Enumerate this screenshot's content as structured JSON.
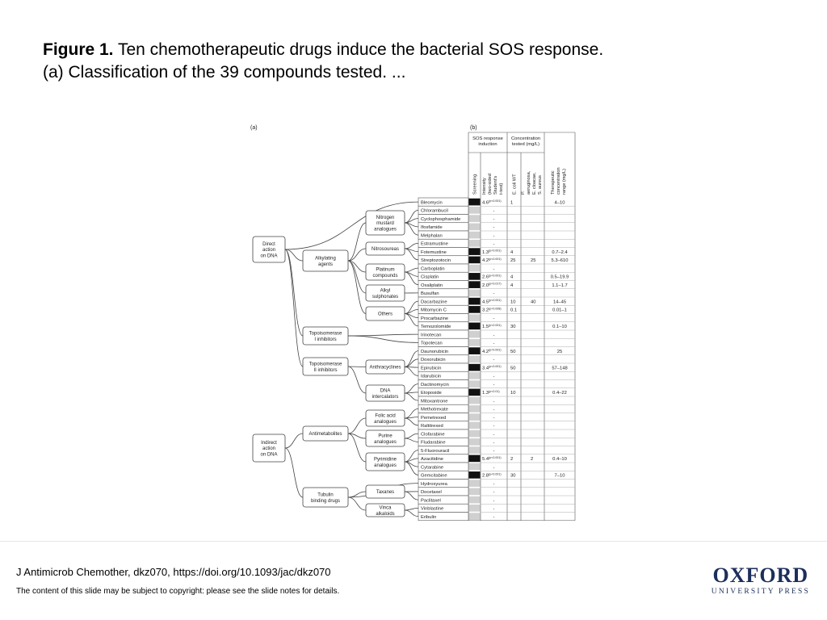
{
  "caption": {
    "label": "Figure 1.",
    "text": " Ten chemotherapeutic drugs induce the bacterial SOS response. (a) Classification of the 39 compounds tested. ..."
  },
  "figure": {
    "panel_a": "(a)",
    "panel_b": "(b)",
    "tree": {
      "roots": [
        "Direct action on DNA",
        "Indirect action on DNA"
      ],
      "level1": [
        "Alkylating agents",
        "Topoisomerase I inhibitors",
        "Topoisomerase II inhibitors",
        "Antimetabolites",
        "Tubulin binding drugs"
      ],
      "level2": [
        "Nitrogen mustard analogues",
        "Nitrosoureas",
        "Platinum compounds",
        "Alkyl sulphonates",
        "Others",
        "Anthracyclines",
        "DNA intercalators",
        "Folic acid analogues",
        "Purine analogues",
        "Pyrimidine analogues",
        "Taxanes",
        "Vinca alkaloids"
      ]
    },
    "headers": {
      "group1": "SOS response induction",
      "group2": "Concentration tested (mg/L)",
      "screening": "Screening",
      "intensity": "Intensity (two-sided Student's t-test)",
      "ecoli": "E. coli  WT",
      "others": "P. aeruginosa, E. cloacae, S. aureus",
      "therapeutic": "Therapeutic concentration range (mg/L)"
    },
    "rows": [
      {
        "drug": "Bleomycin",
        "pos": true,
        "int": "4.6",
        "p": "(p<0.001)",
        "ec": "1",
        "ot": "",
        "th": "4–10"
      },
      {
        "drug": "Chlorambucil",
        "pos": false,
        "int": "-",
        "p": "",
        "ec": "",
        "ot": "",
        "th": ""
      },
      {
        "drug": "Cyclophosphamide",
        "pos": false,
        "int": "-",
        "p": "",
        "ec": "",
        "ot": "",
        "th": ""
      },
      {
        "drug": "Ifosfamide",
        "pos": false,
        "int": "-",
        "p": "",
        "ec": "",
        "ot": "",
        "th": ""
      },
      {
        "drug": "Melphalan",
        "pos": false,
        "int": "-",
        "p": "",
        "ec": "",
        "ot": "",
        "th": ""
      },
      {
        "drug": "Estramustine",
        "pos": false,
        "int": "-",
        "p": "",
        "ec": "",
        "ot": "",
        "th": ""
      },
      {
        "drug": "Fotemustine",
        "pos": true,
        "int": "1.3",
        "p": "(p<0.001)",
        "ec": "4",
        "ot": "",
        "th": "0.7–2.4"
      },
      {
        "drug": "Streptozotocin",
        "pos": true,
        "int": "4.2",
        "p": "(p<0.001)",
        "ec": "25",
        "ot": "25",
        "th": "5.3–610"
      },
      {
        "drug": "Carboplatin",
        "pos": false,
        "int": "-",
        "p": "",
        "ec": "",
        "ot": "",
        "th": ""
      },
      {
        "drug": "Cisplatin",
        "pos": true,
        "int": "2.6",
        "p": "(p<0.001)",
        "ec": "4",
        "ot": "",
        "th": "0.5–19.9"
      },
      {
        "drug": "Oxaliplatin",
        "pos": true,
        "int": "2.0",
        "p": "(p<0.017)",
        "ec": "4",
        "ot": "",
        "th": "1.1–1.7"
      },
      {
        "drug": "Busulfan",
        "pos": false,
        "int": "-",
        "p": "",
        "ec": "",
        "ot": "",
        "th": ""
      },
      {
        "drug": "Dacarbazine",
        "pos": true,
        "int": "4.5",
        "p": "(p<0.001)",
        "ec": "10",
        "ot": "40",
        "th": "14–45"
      },
      {
        "drug": "Mitomycin C",
        "pos": true,
        "int": "3.2",
        "p": "(p<0.008)",
        "ec": "0.1",
        "ot": "",
        "th": "0.01–1"
      },
      {
        "drug": "Procarbazine",
        "pos": false,
        "int": "-",
        "p": "",
        "ec": "",
        "ot": "",
        "th": ""
      },
      {
        "drug": "Temozolomide",
        "pos": true,
        "int": "1.5",
        "p": "(p<0.001)",
        "ec": "30",
        "ot": "",
        "th": "0.1–10"
      },
      {
        "drug": "Irinotecan",
        "pos": false,
        "int": "-",
        "p": "",
        "ec": "",
        "ot": "",
        "th": ""
      },
      {
        "drug": "Topotecan",
        "pos": false,
        "int": "-",
        "p": "",
        "ec": "",
        "ot": "",
        "th": ""
      },
      {
        "drug": "Daunorubicin",
        "pos": true,
        "int": "4.2",
        "p": "(p<0.001)",
        "ec": "50",
        "ot": "",
        "th": "25"
      },
      {
        "drug": "Doxorubicin",
        "pos": false,
        "int": "-",
        "p": "",
        "ec": "",
        "ot": "",
        "th": ""
      },
      {
        "drug": "Epirubicin",
        "pos": true,
        "int": "3.4",
        "p": "(p<0.001)",
        "ec": "50",
        "ot": "",
        "th": "57–148"
      },
      {
        "drug": "Idarubicin",
        "pos": false,
        "int": "-",
        "p": "",
        "ec": "",
        "ot": "",
        "th": ""
      },
      {
        "drug": "Dactinomycin",
        "pos": false,
        "int": "-",
        "p": "",
        "ec": "",
        "ot": "",
        "th": ""
      },
      {
        "drug": "Etoposide",
        "pos": true,
        "int": "1.3",
        "p": "(p<0.01)",
        "ec": "10",
        "ot": "",
        "th": "0.4–22"
      },
      {
        "drug": "Mitoxantrone",
        "pos": false,
        "int": "-",
        "p": "",
        "ec": "",
        "ot": "",
        "th": ""
      },
      {
        "drug": "Methotrexate",
        "pos": false,
        "int": "-",
        "p": "",
        "ec": "",
        "ot": "",
        "th": ""
      },
      {
        "drug": "Pemetrexed",
        "pos": false,
        "int": "-",
        "p": "",
        "ec": "",
        "ot": "",
        "th": ""
      },
      {
        "drug": "Raltitrexed",
        "pos": false,
        "int": "-",
        "p": "",
        "ec": "",
        "ot": "",
        "th": ""
      },
      {
        "drug": "Clofarabine",
        "pos": false,
        "int": "-",
        "p": "",
        "ec": "",
        "ot": "",
        "th": ""
      },
      {
        "drug": "Fludarabine",
        "pos": false,
        "int": "-",
        "p": "",
        "ec": "",
        "ot": "",
        "th": ""
      },
      {
        "drug": "5-Fluorouracil",
        "pos": false,
        "int": "-",
        "p": "",
        "ec": "",
        "ot": "",
        "th": ""
      },
      {
        "drug": "Azacitidine",
        "pos": true,
        "int": "5.4",
        "p": "(p<0.001)",
        "ec": "2",
        "ot": "2",
        "th": "0.4–10"
      },
      {
        "drug": "Cytarabine",
        "pos": false,
        "int": "-",
        "p": "",
        "ec": "",
        "ot": "",
        "th": ""
      },
      {
        "drug": "Gemcitabine",
        "pos": true,
        "int": "2.8",
        "p": "(p<0.001)",
        "ec": "30",
        "ot": "",
        "th": "7–10"
      },
      {
        "drug": "Hydroxyurea",
        "pos": false,
        "int": "-",
        "p": "",
        "ec": "",
        "ot": "",
        "th": ""
      },
      {
        "drug": "Docetaxel",
        "pos": false,
        "int": "-",
        "p": "",
        "ec": "",
        "ot": "",
        "th": ""
      },
      {
        "drug": "Paclitaxel",
        "pos": false,
        "int": "-",
        "p": "",
        "ec": "",
        "ot": "",
        "th": ""
      },
      {
        "drug": "Vinblastine",
        "pos": false,
        "int": "-",
        "p": "",
        "ec": "",
        "ot": "",
        "th": ""
      },
      {
        "drug": "Eribulin",
        "pos": false,
        "int": "-",
        "p": "",
        "ec": "",
        "ot": "",
        "th": ""
      }
    ]
  },
  "footer": {
    "citation": "J Antimicrob Chemother, dkz070, https://doi.org/10.1093/jac/dkz070",
    "rights": "The content of this slide may be subject to copyright: please see the slide notes for details.",
    "publisher_line1": "OXFORD",
    "publisher_line2": "UNIVERSITY PRESS"
  },
  "colors": {
    "positive_fill": "#111111",
    "negative_fill": "#d0d0d0",
    "publisher": "#1c2f5a"
  }
}
